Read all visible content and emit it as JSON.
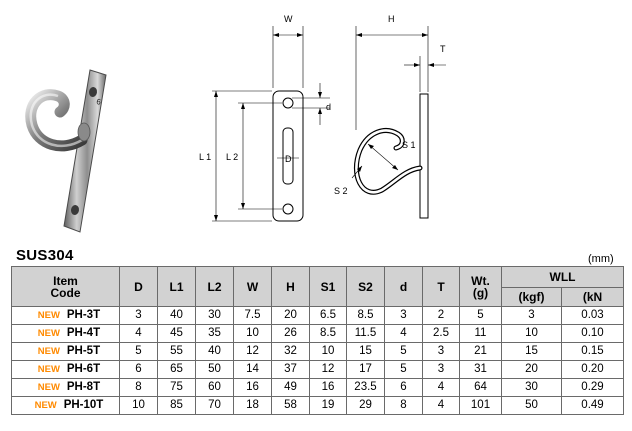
{
  "drawing_labels": {
    "W": "W",
    "H": "H",
    "T": "T",
    "d": "d",
    "L1": "L 1",
    "L2": "L 2",
    "D": "D",
    "S1": "S 1",
    "S2": "S 2",
    "stamp": "6"
  },
  "material": "SUS304",
  "unit": "(mm)",
  "table": {
    "headers": {
      "item": "Item",
      "code": "Code",
      "D": "D",
      "L1": "L1",
      "L2": "L2",
      "W": "W",
      "H": "H",
      "S1": "S1",
      "S2": "S2",
      "d": "d",
      "T": "T",
      "wt": "Wt.",
      "wt_unit": "(g)",
      "wll": "WLL",
      "kgf": "(kgf)",
      "kn": "(kN"
    },
    "rows": [
      {
        "badge": "NEW",
        "code": "PH-3T",
        "D": "3",
        "L1": "40",
        "L2": "30",
        "W": "7.5",
        "H": "20",
        "S1": "6.5",
        "S2": "8.5",
        "d": "3",
        "T": "2",
        "wt": "5",
        "kgf": "3",
        "kn": "0.03"
      },
      {
        "badge": "NEW",
        "code": "PH-4T",
        "D": "4",
        "L1": "45",
        "L2": "35",
        "W": "10",
        "H": "26",
        "S1": "8.5",
        "S2": "11.5",
        "d": "4",
        "T": "2.5",
        "wt": "11",
        "kgf": "10",
        "kn": "0.10"
      },
      {
        "badge": "NEW",
        "code": "PH-5T",
        "D": "5",
        "L1": "55",
        "L2": "40",
        "W": "12",
        "H": "32",
        "S1": "10",
        "S2": "15",
        "d": "5",
        "T": "3",
        "wt": "21",
        "kgf": "15",
        "kn": "0.15"
      },
      {
        "badge": "NEW",
        "code": "PH-6T",
        "D": "6",
        "L1": "65",
        "L2": "50",
        "W": "14",
        "H": "37",
        "S1": "12",
        "S2": "17",
        "d": "5",
        "T": "3",
        "wt": "31",
        "kgf": "20",
        "kn": "0.20"
      },
      {
        "badge": "NEW",
        "code": "PH-8T",
        "D": "8",
        "L1": "75",
        "L2": "60",
        "W": "16",
        "H": "49",
        "S1": "16",
        "S2": "23.5",
        "d": "6",
        "T": "4",
        "wt": "64",
        "kgf": "30",
        "kn": "0.29"
      },
      {
        "badge": "NEW",
        "code": "PH-10T",
        "D": "10",
        "L1": "85",
        "L2": "70",
        "W": "18",
        "H": "58",
        "S1": "19",
        "S2": "29",
        "d": "8",
        "T": "4",
        "wt": "101",
        "kgf": "50",
        "kn": "0.49"
      }
    ]
  },
  "colors": {
    "new_badge": "#ff8a00",
    "header_bg": "#d2d2d2",
    "border": "#6a6a6a"
  }
}
